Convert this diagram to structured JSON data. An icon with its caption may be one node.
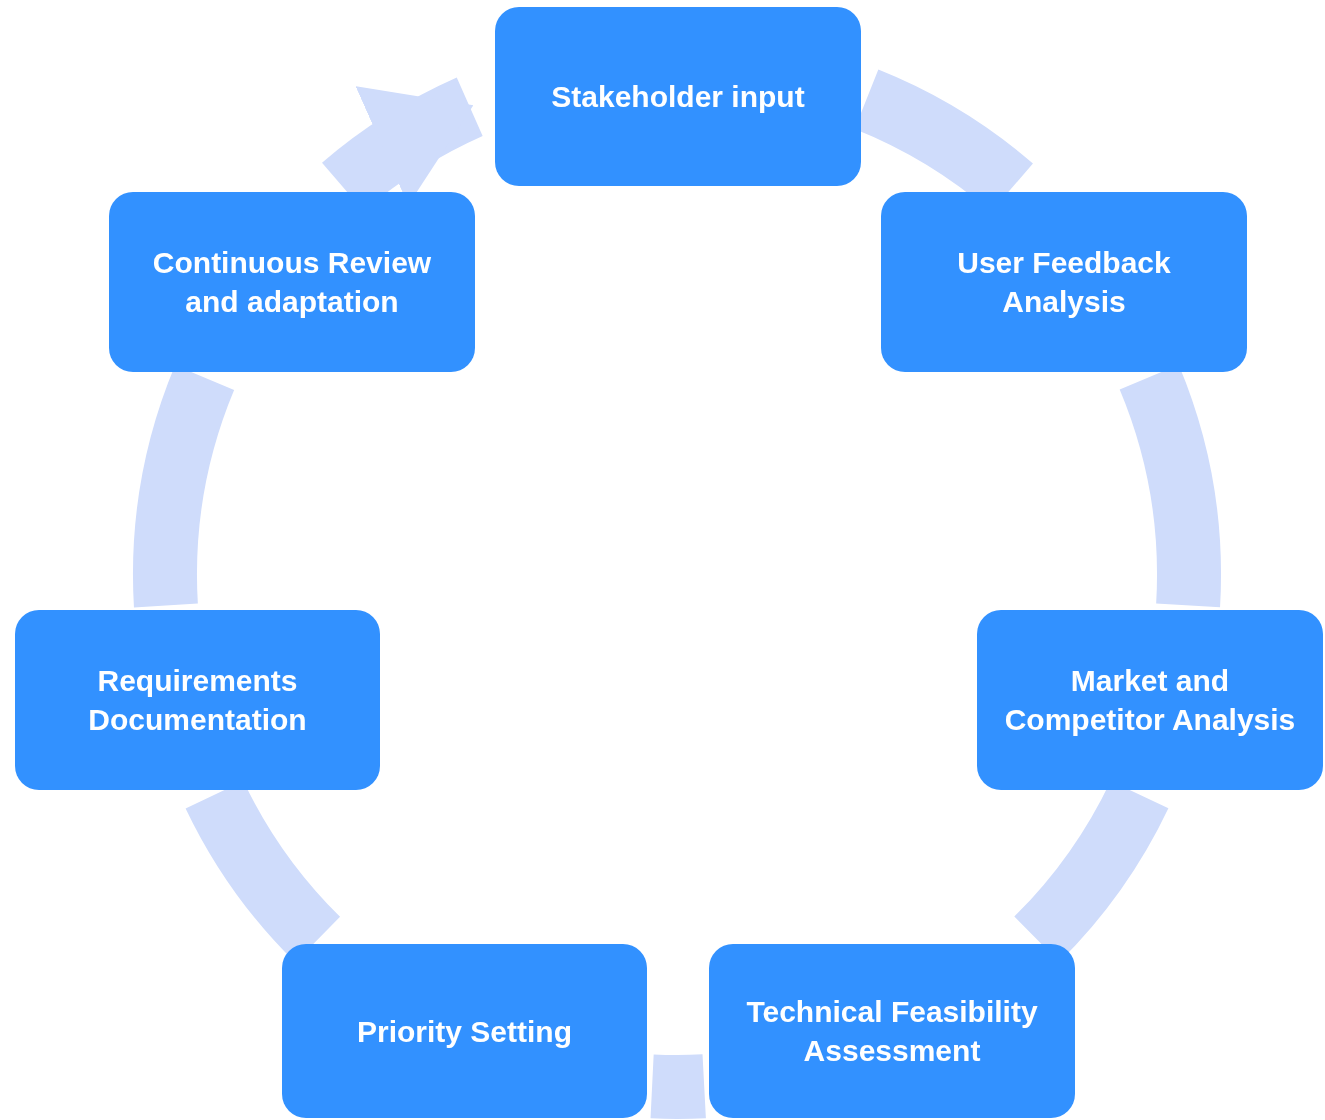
{
  "diagram": {
    "nodes": [
      {
        "text": [
          "Stakeholder input"
        ]
      },
      {
        "text": [
          "User Feedback Analysis"
        ]
      },
      {
        "text": [
          "Market and Competitor Analysis"
        ]
      },
      {
        "text": [
          "Technical Feasibility Assessment"
        ]
      },
      {
        "text": [
          "Priority Setting"
        ]
      },
      {
        "text": [
          "Requirements Documentation"
        ]
      },
      {
        "text": [
          "Continuous Review and adaptation"
        ]
      }
    ],
    "edges": [
      {
        "from": 0,
        "to": 1,
        "arrow": "none"
      },
      {
        "from": 1,
        "to": 2,
        "arrow": "none"
      },
      {
        "from": 2,
        "to": 3,
        "arrow": "none"
      },
      {
        "from": 3,
        "to": 4,
        "arrow": "none"
      },
      {
        "from": 4,
        "to": 5,
        "arrow": "none"
      },
      {
        "from": 5,
        "to": 6,
        "arrow": "none"
      },
      {
        "from": 6,
        "to": 0,
        "arrow": "to"
      }
    ]
  }
}
